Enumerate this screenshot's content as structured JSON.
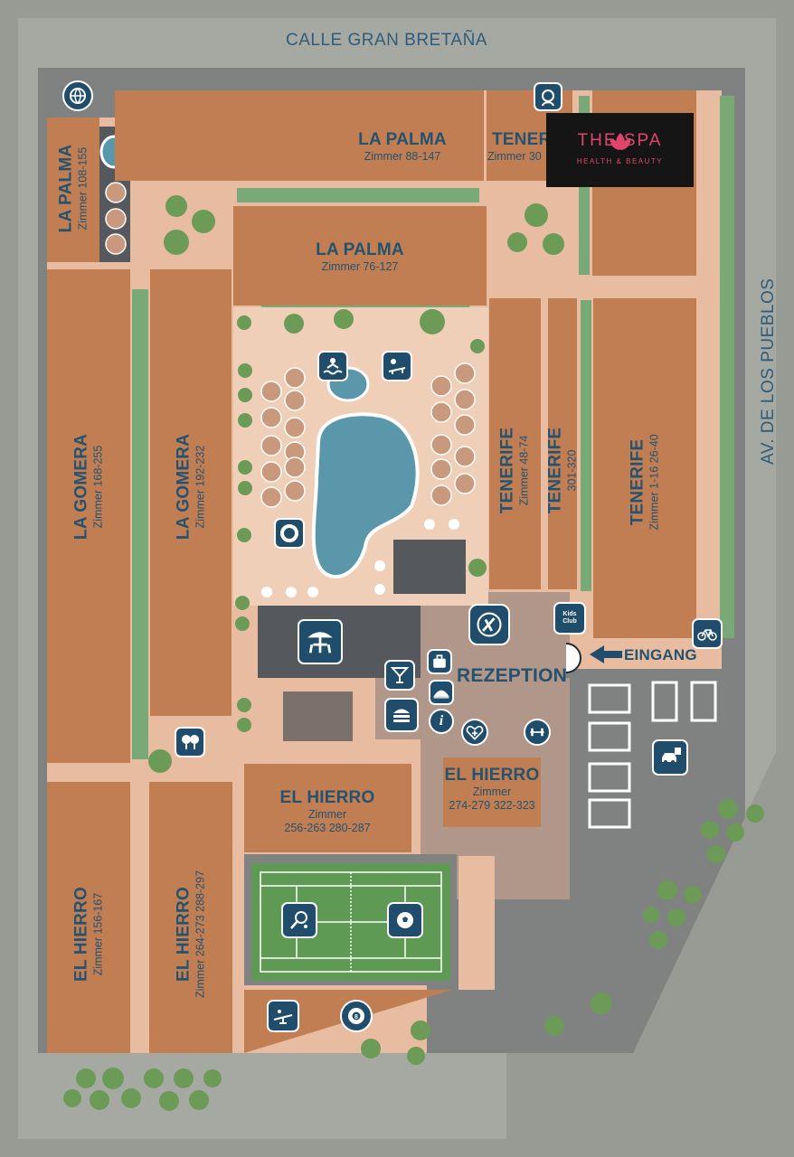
{
  "streets": {
    "north": "CALLE GRAN BRETAÑA",
    "east": "AV. DE LOS PUEBLOS"
  },
  "spa": {
    "title": "THE  SPA",
    "subtitle": "HEALTH & BEAUTY"
  },
  "entrance": {
    "label": "EINGANG"
  },
  "reception": {
    "label": "REZEPTION"
  },
  "buildings": {
    "la_palma_top": {
      "name": "LA PALMA",
      "rooms": "Zimmer 88-147"
    },
    "la_palma_mid": {
      "name": "LA PALMA",
      "rooms": "Zimmer 76-127"
    },
    "la_palma_left": {
      "name": "LA PALMA",
      "rooms": "Zimmer 108-155"
    },
    "tenerife_top": {
      "name": "TENER",
      "rooms": "Zimmer 30"
    },
    "tenerife_48": {
      "name": "TENERIFE",
      "rooms": "Zimmer 48-74"
    },
    "tenerife_301": {
      "name": "TENERIFE",
      "rooms": "301-320"
    },
    "tenerife_1": {
      "name": "TENERIFE",
      "rooms": "Zimmer 1-16   26-40"
    },
    "la_gomera_168": {
      "name": "LA GOMERA",
      "rooms": "Zimmer 168-255"
    },
    "la_gomera_192": {
      "name": "LA GOMERA",
      "rooms": "Zimmer 192-232"
    },
    "el_hierro_256": {
      "name": "EL HIERRO",
      "rooms_title": "Zimmer",
      "rooms": "256-263   280-287"
    },
    "el_hierro_274": {
      "name": "EL HIERRO",
      "rooms_title": "Zimmer",
      "rooms": "274-279   322-323"
    },
    "el_hierro_156": {
      "name": "EL HIERRO",
      "rooms": "Zimmer 156-167"
    },
    "el_hierro_264": {
      "name": "EL HIERRO",
      "rooms": "Zimmer 264-273   288-297"
    }
  },
  "icons": [
    "globe-network-icon",
    "spa-face-icon",
    "jacuzzi-icon",
    "sunbed-icon",
    "lifebuoy-icon",
    "restaurant-terrace-icon",
    "kidsclub-icon",
    "cocktail-icon",
    "luggage-icon",
    "room-service-icon",
    "burger-icon",
    "info-icon",
    "medical-icon",
    "gym-icon",
    "table-tennis-icon",
    "bicycle-icon",
    "parking-icon",
    "tennis-icon",
    "football-icon",
    "playground-icon",
    "billiards-icon",
    "dining-icon"
  ],
  "kidsclub": {
    "label": "Kids Club"
  },
  "colors": {
    "building": "#c17e53",
    "path": "#e8bca0",
    "street": "#989a94",
    "pool": "#5b97ab",
    "lawn": "#7aa978",
    "dark": "#55595e",
    "icon": "#1f4d6b",
    "text": "#24526f"
  }
}
